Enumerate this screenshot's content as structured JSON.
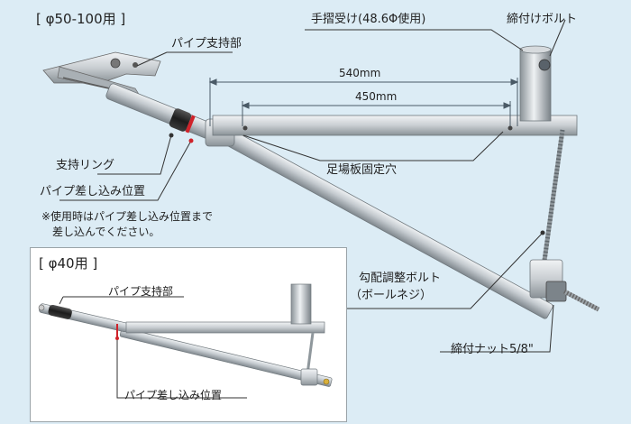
{
  "main": {
    "size_label": "[ φ50-100用 ]",
    "labels": {
      "pipe_support": "パイプ支持部",
      "handrail": "手摺受け(48.6Φ使用)",
      "tighten_bolt": "締付けボルト",
      "support_ring": "支持リング",
      "insert_position": "パイプ差し込み位置",
      "scaffold_hole": "足場板固定穴",
      "angle_bolt_line1": "勾配調整ボルト",
      "angle_bolt_line2": "（ボールネジ）",
      "nut": "締付ナット5/8\""
    },
    "dimensions": {
      "long": "540mm",
      "short": "450mm"
    },
    "note_line1": "※使用時はパイプ差し込み位置まで",
    "note_line2": "差し込んでください。"
  },
  "inset": {
    "size_label": "[ φ40用 ]",
    "labels": {
      "pipe_support": "パイプ支持部",
      "insert_position": "パイプ差し込み位置"
    }
  },
  "colors": {
    "background": "#dcecf5",
    "steel": "#b9bfc3",
    "steel_dark": "#7d868c",
    "marker_red": "#d0222a",
    "dimension_line": "#4a5a66",
    "leader_line": "#333333"
  }
}
